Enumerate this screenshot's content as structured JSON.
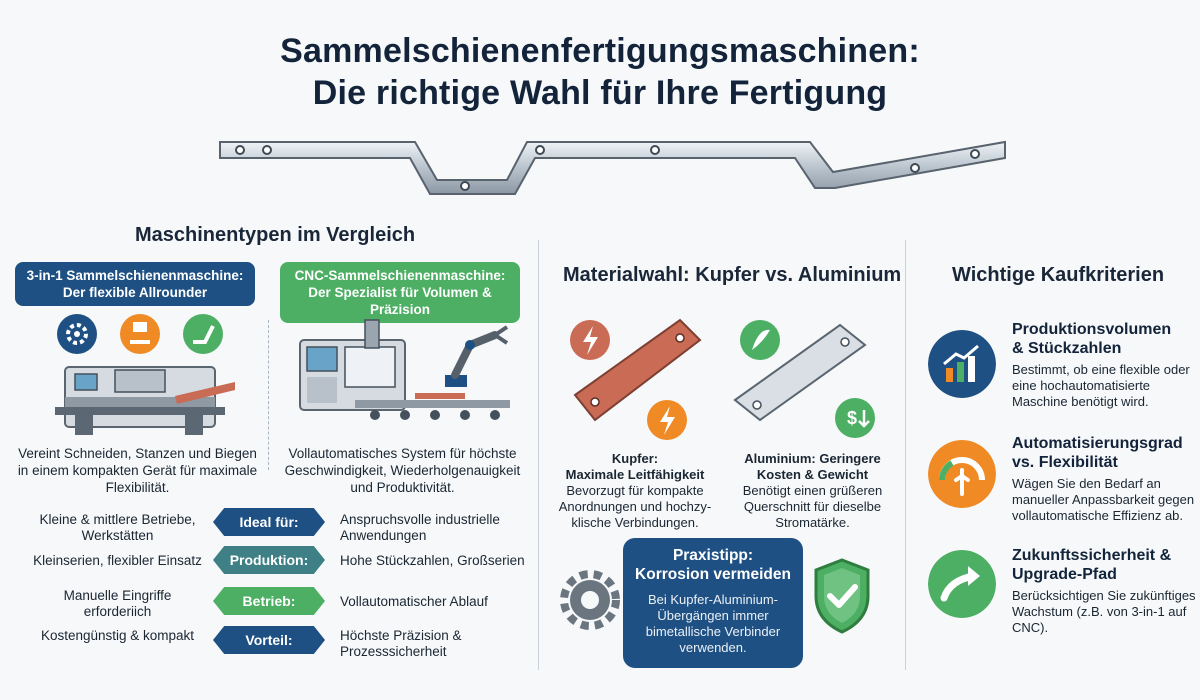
{
  "header": {
    "title_line1": "Sammelschienenfertigungsmaschinen:",
    "title_line2": "Die richtige Wahl für Ihre Fertigung"
  },
  "machines": {
    "section_title": "Maschinentypen im Vergleich",
    "type1": {
      "label_line1": "3-in-1 Sammelschienenmaschine:",
      "label_line2": "Der flexible Allrounder",
      "desc": "Vereint Schneiden, Stanzen und Biegen in einem kompakten Gerät für maximale Flexibilität."
    },
    "type2": {
      "label_line1": "CNC-Sammelschienenmaschine:",
      "label_line2": "Der Spezialist für Volumen & Präzision",
      "desc": "Vollautomatisches System für höchste Geschwindigkeit, Wiederholgenauigkeit und Produktivität."
    },
    "comparison": [
      {
        "label": "Ideal für:",
        "left": "Kleine & mittlere Betriebe, Werkstätten",
        "right": "Anspruchsvolle industrielle Anwendungen"
      },
      {
        "label": "Produktion:",
        "left": "Kleinserien, flexibler Einsatz",
        "right": "Hohe Stückzahlen, Großserien"
      },
      {
        "label": "Betrieb:",
        "left": "Manuelle Eingriffe erforderiich",
        "right": "Vollautomatischer Ablauf"
      },
      {
        "label": "Vorteil:",
        "left": "Kostengünstig & kompakt",
        "right": "Höchste Präzision & Prozesssicherheit"
      }
    ]
  },
  "material": {
    "section_title": "Materialwahl: Kupfer vs. Aluminium",
    "copper": {
      "title_line1": "Kupfer:",
      "title_line2": "Maximale Leitfähigkeit",
      "body": "Bevorzugt für kompakte Anordnungen und hochzy-klische Verbindungen."
    },
    "aluminium": {
      "title_line1": "Aluminium: Geringere",
      "title_line2": "Kosten & Gewicht",
      "body": "Benötigt einen grüßeren Querschnitt für dieselbe Stromatärke."
    },
    "tip": {
      "title_line1": "Praxistipp:",
      "title_line2": "Korrosion vermeiden",
      "body": "Bei Kupfer-Aluminium-Übergängen immer bimetallische Verbinder verwenden."
    }
  },
  "criteria": {
    "section_title": "Wichtige Kaufkriterien",
    "items": [
      {
        "title_line1": "Produktionsvolumen",
        "title_line2": "& Stückzahlen",
        "body": "Bestimmt, ob eine flexible oder eine hochautomatisierte Maschine benötigt wird."
      },
      {
        "title_line1": "Automatisierungsgrad",
        "title_line2": "vs. Flexibilität",
        "body": "Wägen Sie den Bedarf an manueller Anpassbarkeit gegen vollautomatische Effizienz ab."
      },
      {
        "title_line1": "Zukunftssicherheit &",
        "title_line2": "Upgrade-Pfad",
        "body": "Berücksichtigen Sie zukünftiges Wachstum (z.B. von 3-in-1 auf CNC)."
      }
    ]
  },
  "colors": {
    "navy": "#1e5083",
    "teal": "#3f7f86",
    "green": "#4caf63",
    "orange": "#f08a24",
    "copper": "#c96b55"
  }
}
